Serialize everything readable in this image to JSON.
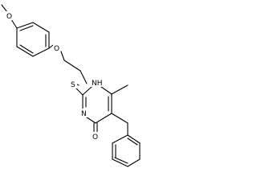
{
  "molecule": {
    "name": "",
    "atom_labels": {
      "methoxy_oxygen": "O",
      "ether_oxygen": "O",
      "sulfur": "S",
      "nh_nitrogen": "NH",
      "ring_nitrogen": "N",
      "carbonyl_oxygen": "O"
    },
    "colors": {
      "bond": "#000000",
      "label": "#000000",
      "background": "#ffffff"
    }
  }
}
